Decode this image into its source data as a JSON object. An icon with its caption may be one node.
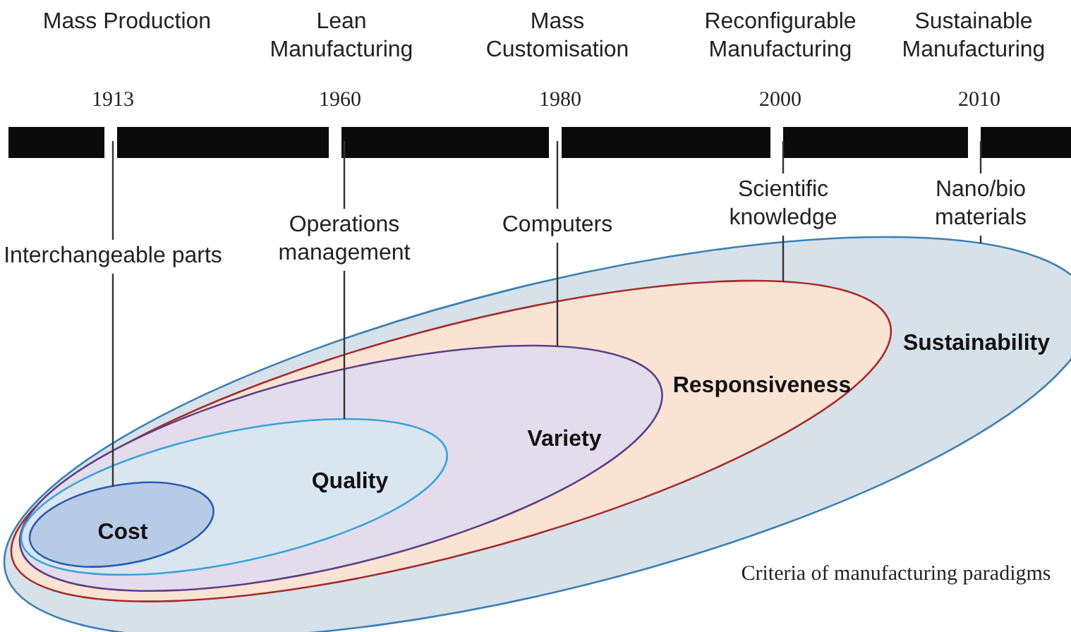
{
  "diagram": {
    "nodes": [
      {
        "text": [
          "Interchangeable parts"
        ]
      },
      {
        "text": [
          "Operations management"
        ]
      },
      {
        "text": [
          "Computers"
        ]
      },
      {
        "text": [
          "Scientific knowledge"
        ]
      },
      {
        "text": [
          "Nano/bio materials"
        ]
      },
      {
        "text": [
          "Sustainability"
        ]
      },
      {
        "text": [
          "Responsiveness"
        ],
        "in": 5
      },
      {
        "text": [
          "Variety"
        ],
        "in": 6
      },
      {
        "text": [
          "Quality"
        ],
        "in": 7
      },
      {
        "text": [
          "Cost"
        ],
        "in": 8
      }
    ],
    "edges": [
      {
        "from": 0,
        "to": 9,
        "arrow": "none"
      },
      {
        "from": 1,
        "to": 8,
        "arrow": "none"
      },
      {
        "from": 2,
        "to": 7,
        "arrow": "none"
      },
      {
        "from": 3,
        "to": 6,
        "arrow": "none"
      },
      {
        "from": 4,
        "to": 5,
        "arrow": "none"
      }
    ],
    "labels": [
      "Mass Production",
      "Lean Manufacturing",
      "Mass Customisation",
      "Reconfigurable Manufacturing",
      "Sustainable Manufacturing",
      "1913",
      "1960",
      "1980",
      "2000",
      "2010",
      "Criteria of manufacturing paradigms"
    ]
  }
}
